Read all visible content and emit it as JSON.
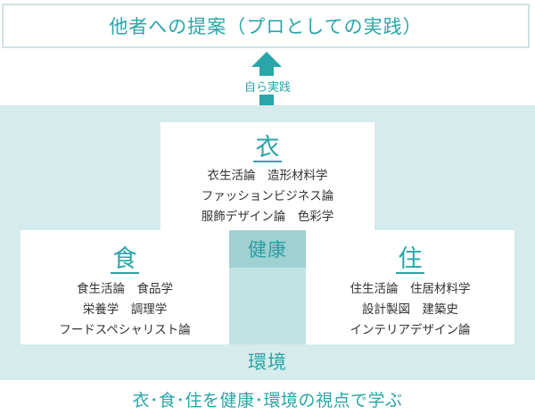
{
  "top": {
    "title": "他者への提案（プロとしての実践）"
  },
  "arrow": {
    "label": "自ら実践"
  },
  "clothing": {
    "title": "衣",
    "courses": [
      "衣生活論　造形材料学",
      "ファッションビジネス論",
      "服飾デザイン論　色彩学"
    ]
  },
  "food": {
    "title": "食",
    "courses": [
      "食生活論　食品学",
      "栄養学　調理学",
      "フードスペシャリスト論"
    ]
  },
  "housing": {
    "title": "住",
    "courses": [
      "住生活論　住居材料学",
      "設計製図　建築史",
      "インテリアデザイン論"
    ]
  },
  "center": {
    "label": "健康"
  },
  "environment": {
    "label": "環境"
  },
  "caption": {
    "text": "衣･食･住を健康･環境の視点で学ぶ"
  },
  "colors": {
    "accent": "#2aa5a8",
    "band": "#d6ebeb",
    "cross": "#c2e2e3",
    "center": "#9fd0d2",
    "text": "#333333"
  }
}
